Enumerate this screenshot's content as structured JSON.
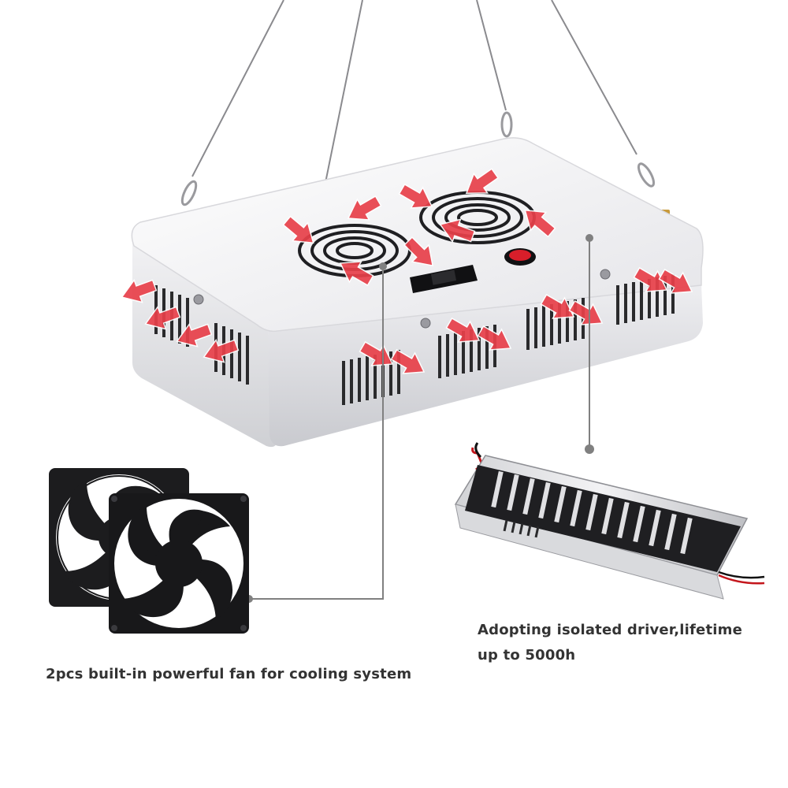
{
  "captions": {
    "fan_caption": "2pcs built-in powerful fan for cooling system",
    "driver_caption_line1": "Adopting isolated driver,lifetime",
    "driver_caption_line2": "up to 5000h"
  },
  "colors": {
    "background": "#ffffff",
    "housing": "#e9e9ec",
    "arrow": "#e8404a",
    "switch": "#d81e2a",
    "fan_body": "#1c1c1e",
    "text": "#333333",
    "leader_line": "#808080"
  },
  "icons": {
    "airflow_arrows": "red-arrow",
    "ceiling_fan_vents": "fan-grille",
    "power_switch": "rocker-switch",
    "power_socket": "power-inlet"
  }
}
